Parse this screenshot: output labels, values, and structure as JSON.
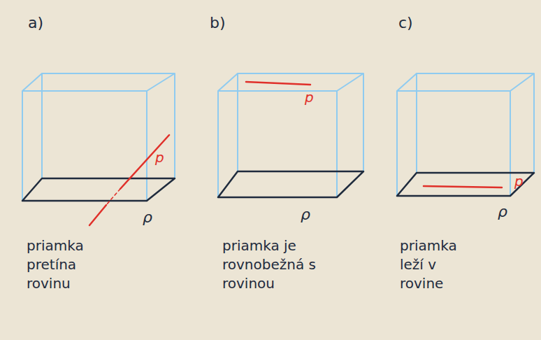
{
  "diagram": {
    "labels": [
      "a)",
      "p",
      "ρ",
      "priamka pretína rovinu",
      "b)",
      "p",
      "ρ",
      "priamka je rovnobežná s rovinou",
      "c)",
      "p",
      "ρ",
      "priamka leží v rovine"
    ]
  }
}
